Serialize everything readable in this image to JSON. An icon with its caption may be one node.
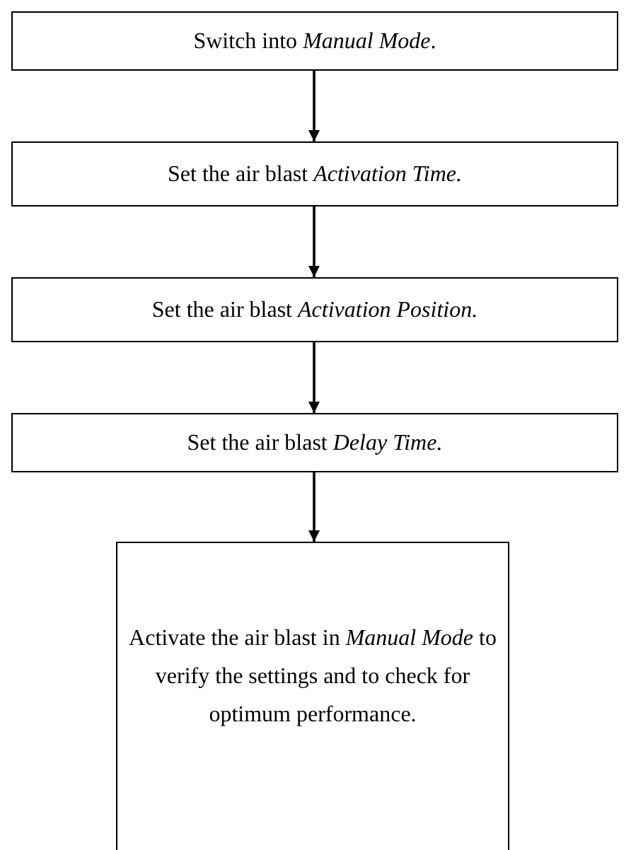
{
  "diagram": {
    "nodes": [
      {
        "text": [
          "Switch into *Manual Mode*."
        ]
      },
      {
        "text": [
          "Set the air blast *Activation Time.*"
        ]
      },
      {
        "text": [
          "Set the air blast *Activation Position.*"
        ]
      },
      {
        "text": [
          "Set the air blast *Delay Time.*"
        ]
      },
      {
        "text": [
          "Activate the air blast in *Manual Mode* to verify the settings and to check for optimum performance."
        ]
      }
    ],
    "edges": [
      {
        "from": 0,
        "to": 1,
        "arrow": "to"
      },
      {
        "from": 1,
        "to": 2,
        "arrow": "to"
      },
      {
        "from": 2,
        "to": 3,
        "arrow": "to"
      },
      {
        "from": 3,
        "to": 4,
        "arrow": "to"
      }
    ]
  }
}
